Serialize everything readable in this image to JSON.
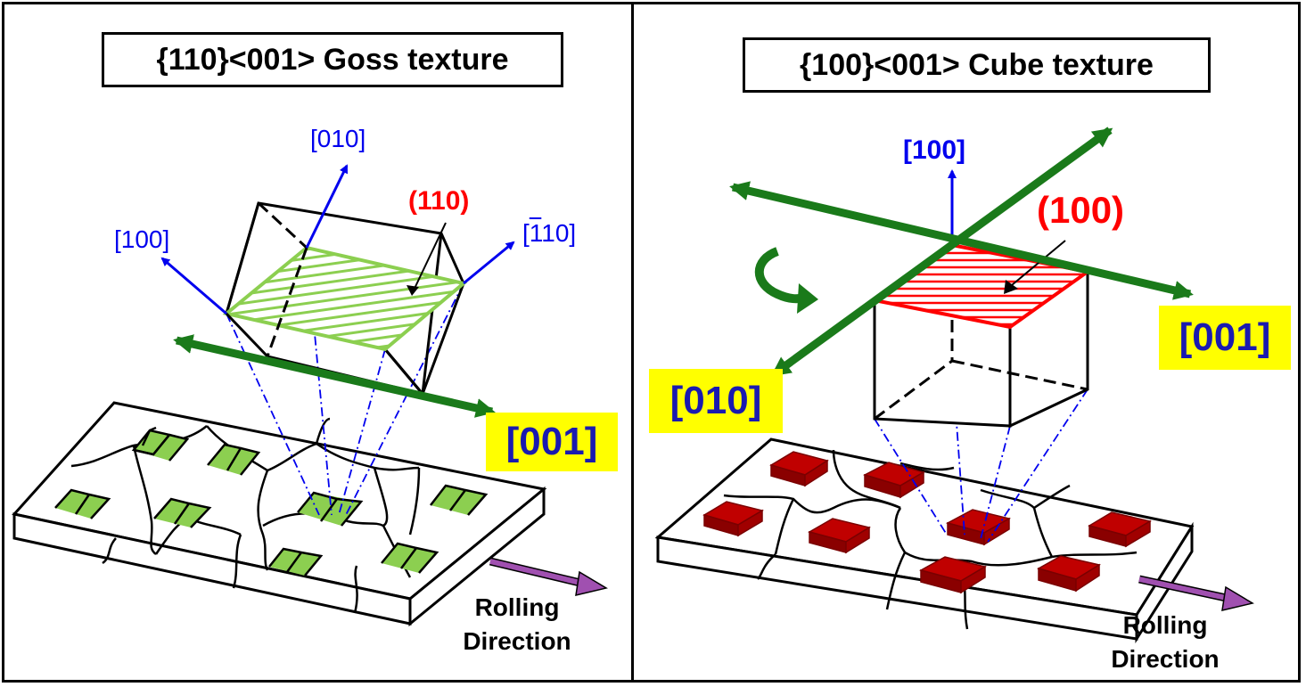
{
  "goss": {
    "title": "{110}<001> Goss texture",
    "axis_010": "[010]",
    "axis_100": "[100]",
    "axis_110bar_open": "[",
    "axis_110bar_digit": "1",
    "axis_110bar_rest": "10]",
    "plane_label": "(110)",
    "rolling_dir_axis": "[001]",
    "rolling_line1": "Rolling",
    "rolling_line2": "Direction"
  },
  "cube": {
    "title": "{100}<001> Cube texture",
    "axis_100": "[100]",
    "plane_label": "(100)",
    "axis_001": "[001]",
    "axis_010": "[010]",
    "rolling_line1": "Rolling",
    "rolling_line2": "Direction"
  },
  "colors": {
    "axis_blue": "#0000ee",
    "plane_red": "#ff0000",
    "arrow_green": "#1a7a1a",
    "grain_green": "#8ccf50",
    "grain_red": "#c00000",
    "rolling_arrow": "#a050b0",
    "badge_yellow": "#ffff00"
  }
}
